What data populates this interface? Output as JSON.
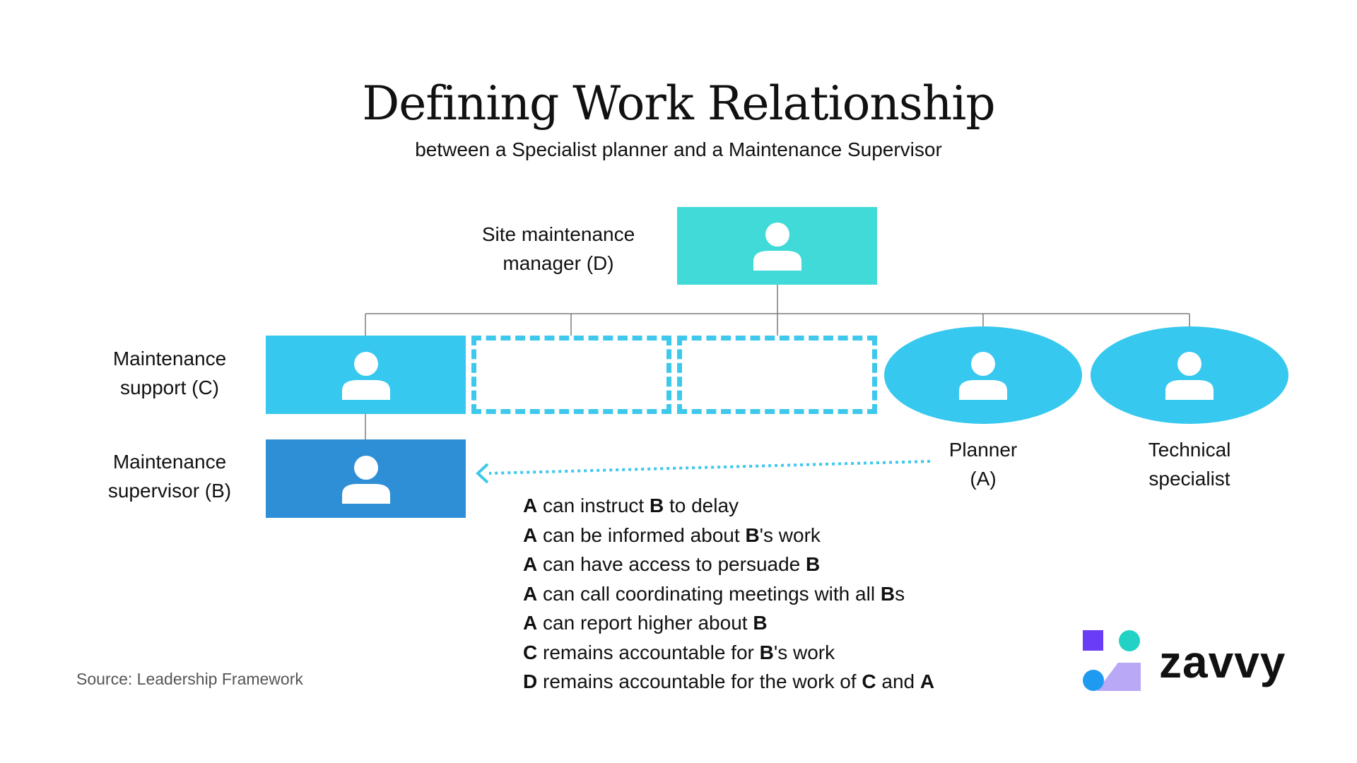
{
  "title": "Defining Work Relationship",
  "subtitle": "between a Specialist planner and a Maintenance Supervisor",
  "nodes": {
    "site_manager": {
      "label_line1": "Site maintenance",
      "label_line2": "manager (D)",
      "color": "#40dad8"
    },
    "support": {
      "label_line1": "Maintenance",
      "label_line2": "support (C)",
      "color": "#36c8ee"
    },
    "supervisor": {
      "label_line1": "Maintenance",
      "label_line2": "supervisor (B)",
      "color": "#2e8fd6"
    },
    "planner": {
      "label_line1": "Planner",
      "label_line2": "(A)",
      "color": "#36c8ee"
    },
    "technical": {
      "label_line1": "Technical",
      "label_line2": "specialist",
      "color": "#36c8ee"
    }
  },
  "icons": {
    "person": "person-icon"
  },
  "statements": [
    {
      "a": "A",
      "b": " can instruct ",
      "c": "B",
      "d": " to delay",
      "e": "",
      "f": ""
    },
    {
      "a": "A",
      "b": " can be informed about ",
      "c": "B",
      "d": "'s work",
      "e": "",
      "f": ""
    },
    {
      "a": "A",
      "b": " can have access to persuade ",
      "c": "B",
      "d": "",
      "e": "",
      "f": ""
    },
    {
      "a": "A",
      "b": " can call coordinating meetings with all ",
      "c": "B",
      "d": "s",
      "e": "",
      "f": ""
    },
    {
      "a": "A",
      "b": " can report higher about ",
      "c": "B",
      "d": "",
      "e": "",
      "f": ""
    },
    {
      "a": "C",
      "b": " remains accountable for ",
      "c": "B",
      "d": "'s work",
      "e": "",
      "f": ""
    },
    {
      "a": "D",
      "b": " remains accountable for the work of ",
      "c": "C",
      "d": " and ",
      "e": "A",
      "f": ""
    }
  ],
  "source": "Source: Leadership Framework",
  "brand": {
    "name": "zavvy",
    "colors": [
      "#6b3cf5",
      "#22d3c5",
      "#1e9bf0",
      "#b9a8f5"
    ]
  },
  "colors": {
    "line": "#7a7a7a",
    "arrow": "#3ec8ec",
    "dashed": "#3ec8ec"
  }
}
